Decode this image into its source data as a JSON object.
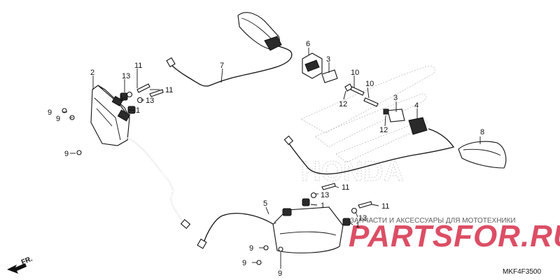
{
  "diagram": {
    "code": "MKF4F3500",
    "direction_label": "FR.",
    "watermark": {
      "brand_word": "HONDA",
      "shop_tagline": "ЗАПЧАСТИ И АКСЕССУАРЫ ДЛЯ МОТОТЕХНИКИ",
      "shop_name": "PARTSFOR.RU"
    },
    "callouts": {
      "c1": "1",
      "c2": "1",
      "c3": "1",
      "c4": "1",
      "c5": "2",
      "c6": "3",
      "c7": "3",
      "c8": "4",
      "c9": "5",
      "c10": "6",
      "c11": "7",
      "c12": "8",
      "c13": "9",
      "c14": "9",
      "c15": "9",
      "c16": "9",
      "c17": "9",
      "c18": "9",
      "c19": "10",
      "c20": "10",
      "c21": "11",
      "c22": "11",
      "c23": "11",
      "c24": "11",
      "c25": "12",
      "c26": "12",
      "c27": "13",
      "c28": "13",
      "c29": "13",
      "c30": "13"
    }
  }
}
